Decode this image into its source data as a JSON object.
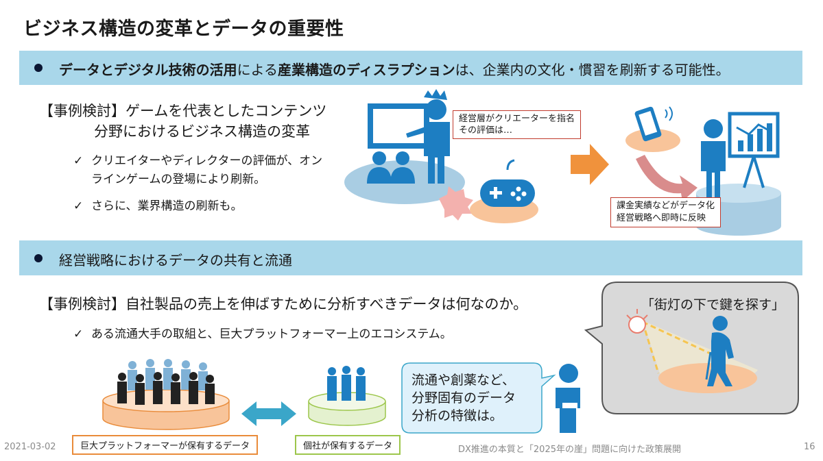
{
  "title": "ビジネス構造の変革とデータの重要性",
  "band1": {
    "parts": [
      {
        "text": "データとデジタル技術の活用",
        "bold": true
      },
      {
        "text": "による",
        "bold": false
      },
      {
        "text": "産業構造のディスラプション",
        "bold": true
      },
      {
        "text": "は、企業内の文化・慣習を刷新する可能性。",
        "bold": false
      }
    ]
  },
  "section1": {
    "case_line1": "【事例検討】ゲームを代表としたコンテンツ",
    "case_line2": "分野におけるビジネス構造の変革",
    "check_mark": "✓",
    "check1": "クリエイターやディレクターの評価が、オンラインゲームの登場により刷新。",
    "check2": "さらに、業界構造の刷新も。"
  },
  "illustration1": {
    "exec_label_line1": "経営層がクリエーターを指名",
    "exec_label_line2": "その評価は…",
    "data_label_line1": "課金実績などがデータ化",
    "data_label_line2": "経営戦略へ即時に反映"
  },
  "band2": {
    "text": "経営戦略におけるデータの共有と流通"
  },
  "section2": {
    "case": "【事例検討】自社製品の売上を伸ばすために分析すべきデータは何なのか。",
    "check_mark": "✓",
    "check1": "ある流通大手の取組と、巨大プラットフォーマー上のエコシステム。"
  },
  "illustration2": {
    "platform_label": "巨大プラットフォーマーが保有するデータ",
    "individual_label": "個社が保有するデータ",
    "bubble_line1": "流通や創薬など、",
    "bubble_line2": "分野固有のデータ",
    "bubble_line3": "分析の特徴は。",
    "lamp_caption": "「街灯の下で鍵を探す」"
  },
  "footer": {
    "date": "2021-03-02",
    "title": "DX推進の本質と「2025年の崖」問題に向けた政策展開",
    "page": "16"
  },
  "colors": {
    "band": "#a9d7ea",
    "icon_blue": "#1d7ec2",
    "ellipse_blue": "#a9cde3",
    "ellipse_orange": "#f8c49a",
    "arrow_orange": "#f0923c",
    "arrow_teal": "#3aa6c9",
    "label_red_border": "#c0392b",
    "platform_orange": "#e98b3a",
    "individual_green": "#9cc64b"
  }
}
